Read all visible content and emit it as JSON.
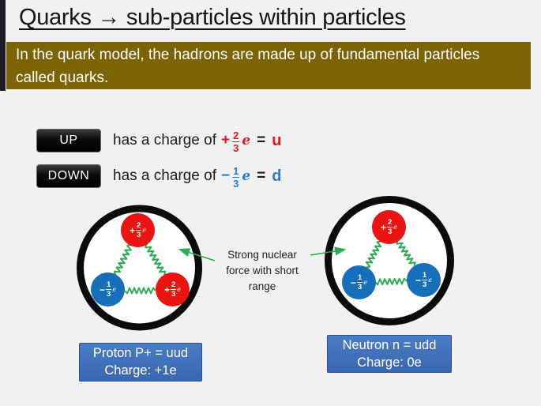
{
  "slide": {
    "title": "Quarks → sub-particles within particles",
    "banner": "In the quark model, the hadrons are made up of fundamental particles called quarks."
  },
  "charges": [
    {
      "button": "UP",
      "text": "has a charge of",
      "sign": "+",
      "num": "2",
      "den": "3",
      "symbol": "e",
      "equals": "=",
      "quark": "u",
      "color": "#e8141c"
    },
    {
      "button": "DOWN",
      "text": "has a charge of",
      "sign": "−",
      "num": "1",
      "den": "3",
      "symbol": "e",
      "equals": "=",
      "quark": "d",
      "color": "#2b7cd3"
    }
  ],
  "force_label": {
    "line1": "Strong nuclear",
    "line2": "force with short",
    "line3": "range"
  },
  "hadrons": [
    {
      "name": "proton",
      "quarks": [
        {
          "sign": "+",
          "num": "2",
          "den": "3",
          "symbol": "e",
          "color": "#ec1313"
        },
        {
          "sign": "−",
          "num": "1",
          "den": "3",
          "symbol": "e",
          "color": "#176fba"
        },
        {
          "sign": "+",
          "num": "2",
          "den": "3",
          "symbol": "e",
          "color": "#ec1313"
        }
      ],
      "label_line1": "Proton P+ = uud",
      "label_line2": "Charge: +1e"
    },
    {
      "name": "neutron",
      "quarks": [
        {
          "sign": "+",
          "num": "2",
          "den": "3",
          "symbol": "e",
          "color": "#ec1313"
        },
        {
          "sign": "−",
          "num": "1",
          "den": "3",
          "symbol": "e",
          "color": "#176fba"
        },
        {
          "sign": "−",
          "num": "1",
          "den": "3",
          "symbol": "e",
          "color": "#176fba"
        }
      ],
      "label_line1": "Neutron n = udd",
      "label_line2": "Charge: 0e"
    }
  ],
  "colors": {
    "page_bg": "#f1f1f2",
    "strip_bg": "#1b1b24",
    "banner_bg": "#7c6404",
    "ring_black": "#0b0b0b",
    "spring_green": "#2bac52",
    "label_bg": "#3a66b0",
    "label_bg_light": "#4a7cc7",
    "label_border": "#2b4f94",
    "up_red": "#e8141c",
    "down_blue": "#2b7cd3"
  }
}
